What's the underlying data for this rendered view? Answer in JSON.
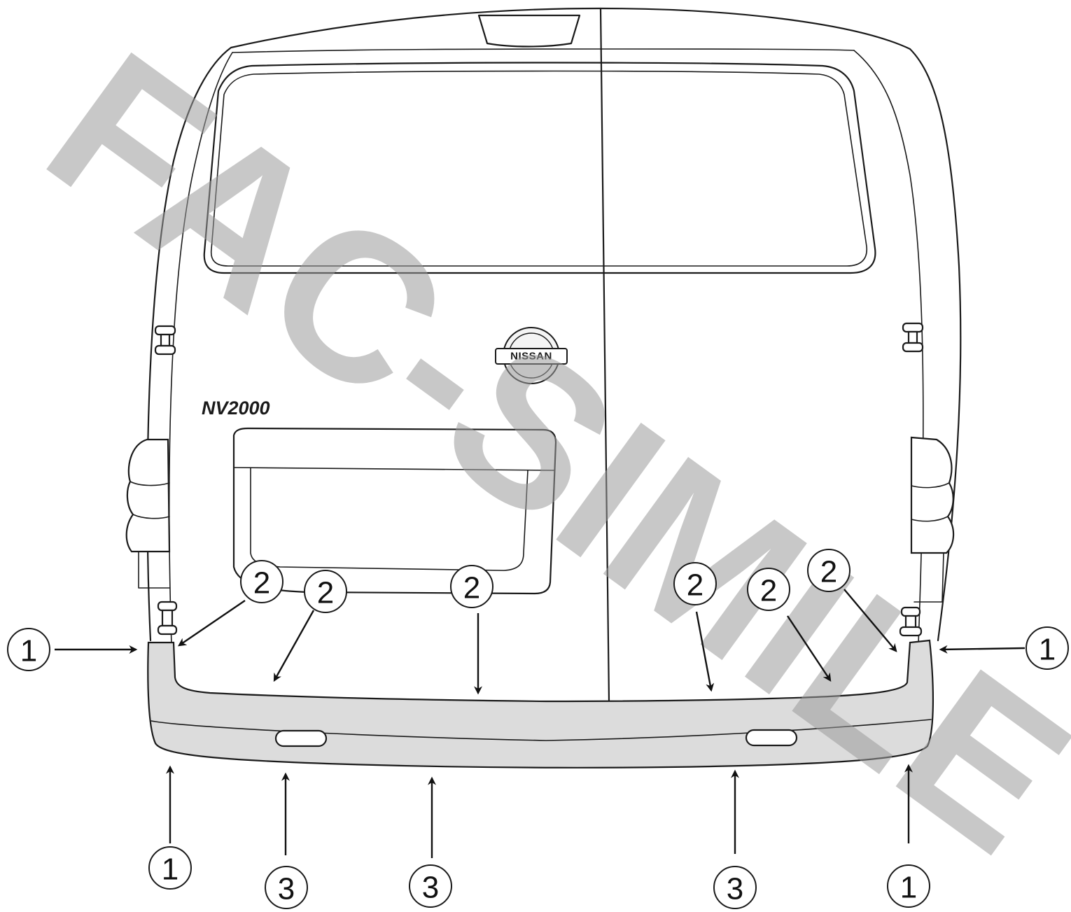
{
  "vehicle": {
    "model_badge": "NV2000",
    "logo_text": "NISSAN"
  },
  "watermark": {
    "text": "FAC-SIMILE",
    "color": "#9a9a9a"
  },
  "callouts": [
    {
      "id": "c1-left-side",
      "label": "1"
    },
    {
      "id": "c1-right-side",
      "label": "1"
    },
    {
      "id": "c1-bottom-left",
      "label": "1"
    },
    {
      "id": "c1-bottom-right",
      "label": "1"
    },
    {
      "id": "c2-a",
      "label": "2"
    },
    {
      "id": "c2-b",
      "label": "2"
    },
    {
      "id": "c2-c",
      "label": "2"
    },
    {
      "id": "c2-d",
      "label": "2"
    },
    {
      "id": "c2-e",
      "label": "2"
    },
    {
      "id": "c2-f",
      "label": "2"
    },
    {
      "id": "c3-a",
      "label": "3"
    },
    {
      "id": "c3-b",
      "label": "3"
    },
    {
      "id": "c3-c",
      "label": "3"
    }
  ],
  "colors": {
    "line": "#1a1a1a",
    "bumper_fill": "#dcdcdc",
    "background": "#ffffff"
  }
}
